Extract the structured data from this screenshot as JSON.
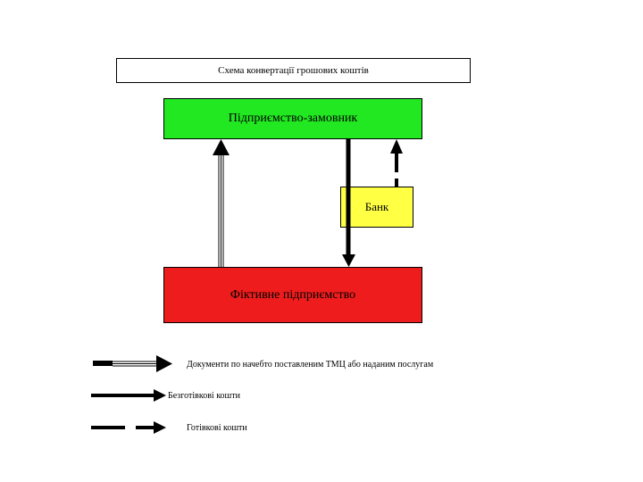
{
  "title": "Схема конвертації грошових коштів",
  "nodes": {
    "customer": {
      "label": "Підприємство-замовник",
      "color": "#22e822"
    },
    "bank": {
      "label": "Банк",
      "color": "#ffff44"
    },
    "fictive": {
      "label": "Фіктивне підприємство",
      "color": "#ee1c1c"
    }
  },
  "legend": {
    "documents": "Документи по начебто поставленим ТМЦ або наданим послугам",
    "cashless": "Безготівкові кошти",
    "cash": "Готівкові кошти"
  }
}
